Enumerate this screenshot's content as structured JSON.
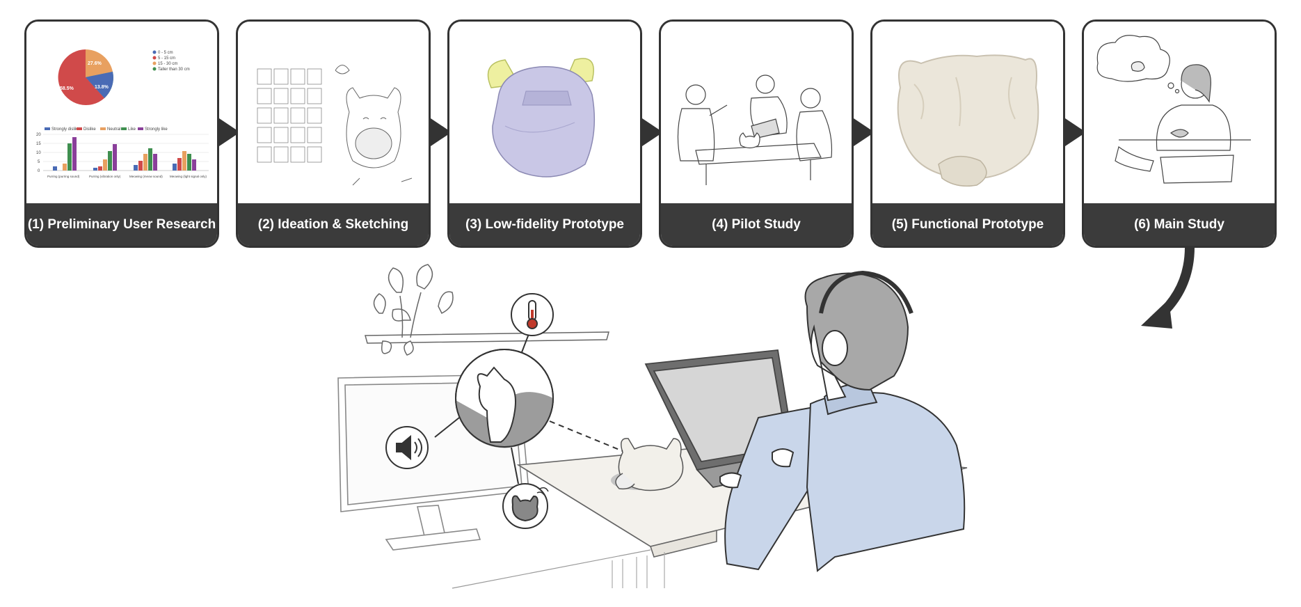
{
  "stages": [
    {
      "label": "(1) Preliminary User Research"
    },
    {
      "label": "(2) Ideation & Sketching"
    },
    {
      "label": "(3) Low-fidelity Prototype"
    },
    {
      "label": "(4) Pilot Study"
    },
    {
      "label": "(5) Functional Prototype"
    },
    {
      "label": "(6) Main Study"
    }
  ],
  "research_chart": {
    "pie": {
      "legend": [
        "0 - 5 cm",
        "5 - 15 cm",
        "15 - 30 cm",
        "Taller than 30 cm"
      ],
      "slice_labels": [
        "27.6%",
        "58.5%",
        "13.8%"
      ],
      "colors": [
        "#4a6bb5",
        "#d04a4a",
        "#e8a060",
        "#3f8f4f"
      ]
    },
    "bar": {
      "legend": [
        "Strongly dislike",
        "Dislike",
        "Neutral",
        "Like",
        "Strongly like"
      ],
      "categories": [
        "Purring (purring sound)",
        "Purring (vibration only)",
        "Meowing (meow sound)",
        "Meowing (light signal only)"
      ],
      "y_ticks": [
        "20",
        "15",
        "10",
        "5",
        "0"
      ],
      "colors": [
        "#4a6bb5",
        "#d04a4a",
        "#e8a060",
        "#3f8f4f",
        "#8a3f9a"
      ]
    }
  },
  "colors": {
    "label_bg": "#3b3b3b",
    "border": "#333333",
    "shirt": "#c9d6ea",
    "thermometer": "#c0392b"
  }
}
